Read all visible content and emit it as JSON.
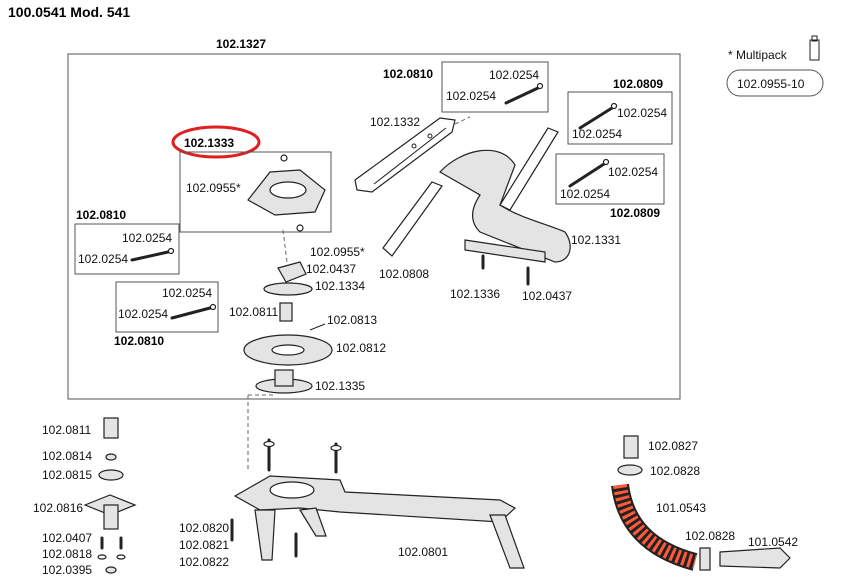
{
  "header": {
    "title": "100.0541 Mod. 541"
  },
  "multipack": {
    "label": "* Multipack",
    "code": "102.0955-10",
    "icon": "multipack-icon"
  },
  "assembly": {
    "code": "102.1327"
  },
  "highlight": {
    "code": "102.1333",
    "color": "#e02020"
  },
  "labels": {
    "k1": "102.0810",
    "k2": "102.0254",
    "k3": "102.0254",
    "k4": "102.0809",
    "k5": "102.0254",
    "k6": "102.0254",
    "k7": "102.1332",
    "k8": "102.0254",
    "k9": "102.0254",
    "k10": "102.0809",
    "k11": "102.0955*",
    "k12": "102.0810",
    "k13": "102.0254",
    "k14": "102.0254",
    "k15": "102.0955*",
    "k16": "102.0437",
    "k17": "102.1334",
    "k18": "102.0254",
    "k19": "102.0254",
    "k20": "102.0810",
    "k21": "102.0811",
    "k22": "102.0813",
    "k23": "102.0812",
    "k24": "102.1335",
    "k25": "102.0808",
    "k26": "102.1336",
    "k27": "102.0437",
    "k28": "102.1331",
    "k29": "102.0811",
    "k30": "102.0814",
    "k31": "102.0815",
    "k32": "102.0816",
    "k33": "102.0407",
    "k34": "102.0818",
    "k35": "102.0395",
    "k36": "102.0820",
    "k37": "102.0821",
    "k38": "102.0822",
    "k39": "102.0801",
    "k40": "102.0827",
    "k41": "102.0828",
    "k42": "101.0543",
    "k43": "102.0828",
    "k44": "101.0542"
  }
}
